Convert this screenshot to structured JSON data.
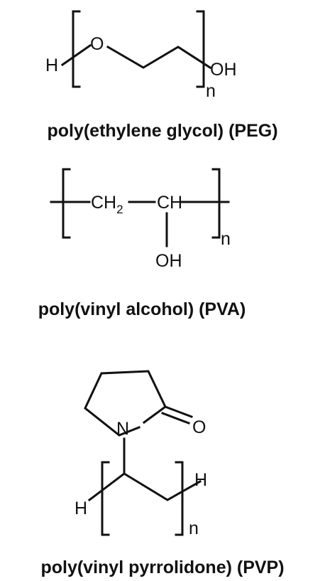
{
  "peg": {
    "h_left": "H",
    "oxygen": "O",
    "oh_right": "OH",
    "subscript": "n",
    "caption": "poly(ethylene glycol) (PEG)"
  },
  "pva": {
    "ch2_main": "CH",
    "ch2_sub": "2",
    "ch": "CH",
    "oh": "OH",
    "subscript": "n",
    "caption": "poly(vinyl alcohol) (PVA)"
  },
  "pvp": {
    "nitrogen": "N",
    "carbonyl_oxygen": "O",
    "h_left": "H",
    "h_right": "H",
    "subscript": "n",
    "caption": "poly(vinyl pyrrolidone) (PVP)"
  }
}
